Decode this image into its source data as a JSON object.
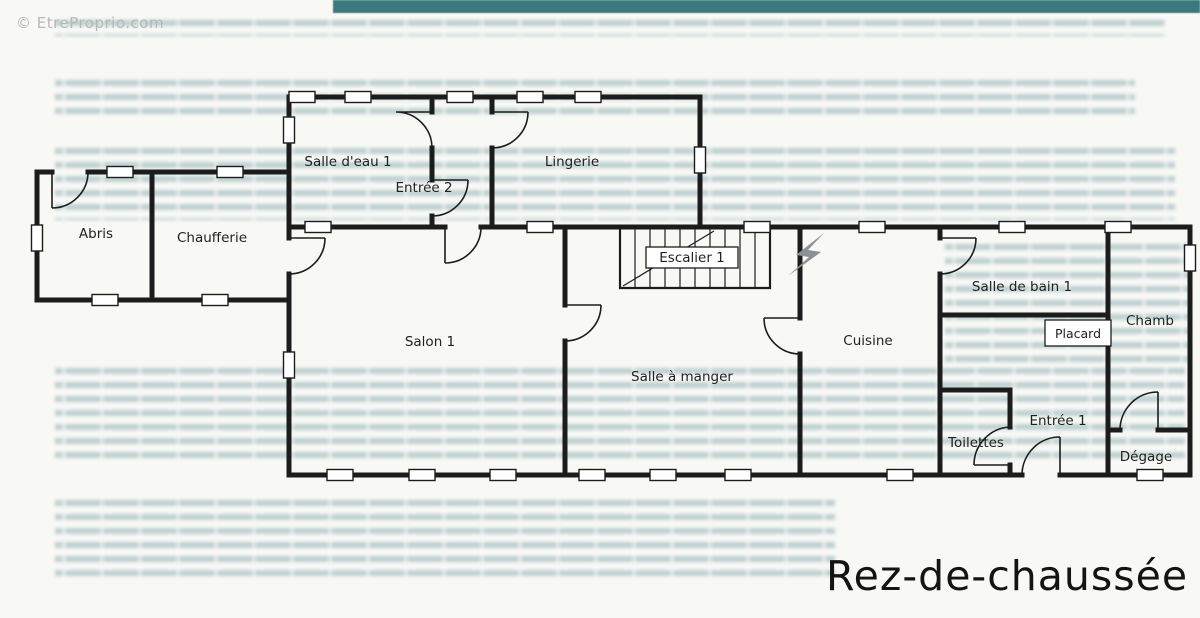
{
  "watermark": "© EtreProprio.com",
  "floor_title": "Rez-de-chaussée",
  "rooms": {
    "salle_eau": "Salle d'eau 1",
    "entree2": "Entrée 2",
    "lingerie": "Lingerie",
    "abris": "Abris",
    "chaufferie": "Chaufferie",
    "salon": "Salon 1",
    "escalier": "Escalier 1",
    "salle_a_manger": "Salle à manger",
    "cuisine": "Cuisine",
    "salle_de_bain": "Salle de bain 1",
    "placard": "Placard",
    "chambre": "Chamb",
    "entree1": "Entrée 1",
    "toilettes": "Toilettes",
    "degagement": "Dégage"
  },
  "colors": {
    "wall": "#1c1c1c",
    "scan_strip": "#2c6f76",
    "bleed_text": "#3c7680",
    "paper": "#f8f8f5"
  }
}
